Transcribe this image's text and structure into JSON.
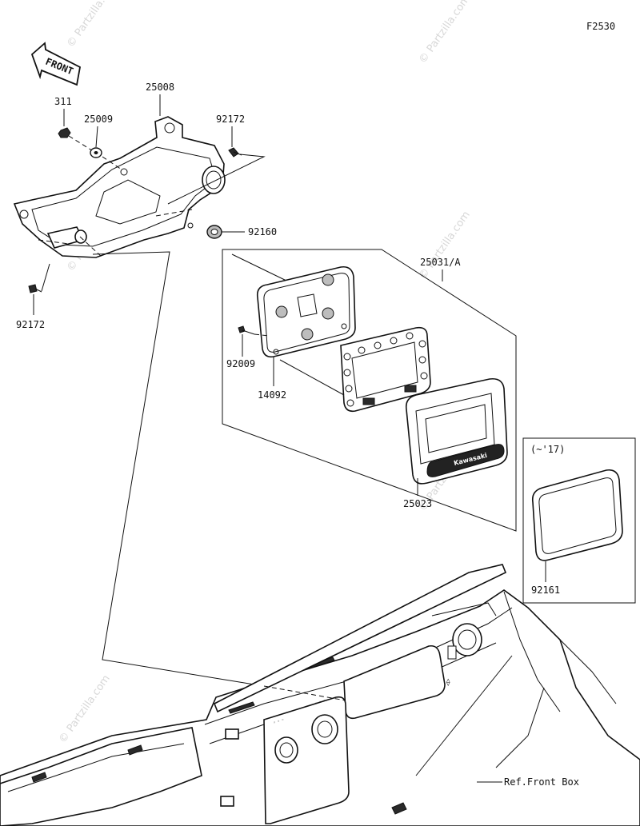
{
  "figure_code": "F2530",
  "front_label": "FRONT",
  "brand_badge": "Kawasaki",
  "watermark": "© Partzilla.com",
  "year_note": "(~'17)",
  "reference": "Ref.Front Box",
  "kit_label": "25031/A",
  "parts": {
    "nut": "311",
    "washer": "25009",
    "bracket": "25008",
    "screw_upper": "92172",
    "screw_lower": "92172",
    "grommet": "92160",
    "screw_small": "92009",
    "cover": "14092",
    "meter": "25023",
    "seal": "92161"
  }
}
